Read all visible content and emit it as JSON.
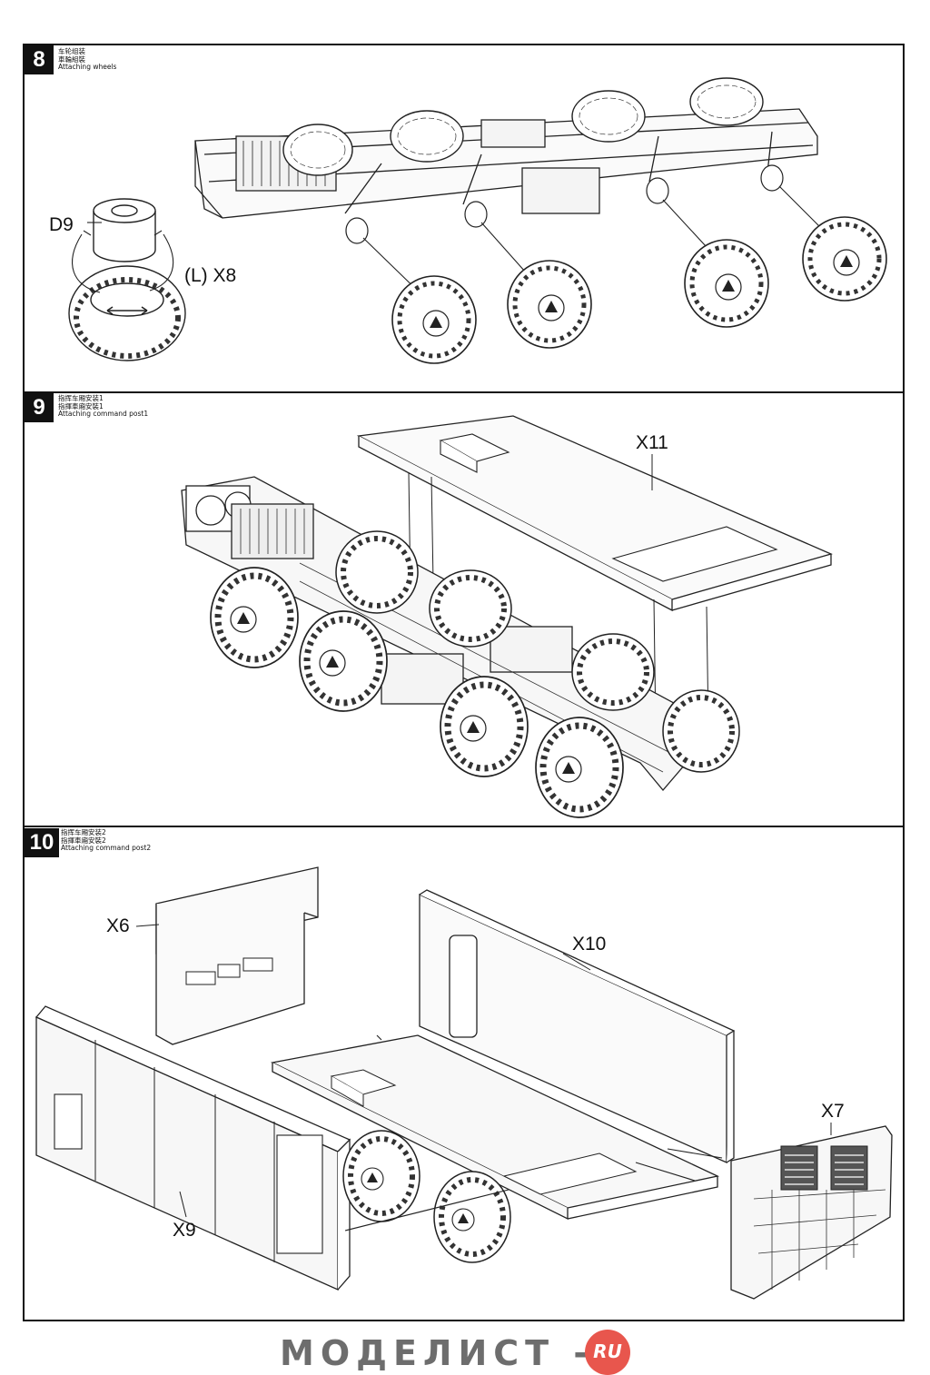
{
  "steps": [
    {
      "number": "8",
      "caption_zh_simplified": "车轮组装",
      "caption_zh_traditional": "車輪組裝",
      "caption_en": "Attaching wheels",
      "parts": {
        "d9": "D9",
        "x8": "(L) X8"
      }
    },
    {
      "number": "9",
      "caption_zh_simplified": "指挥车厢安装1",
      "caption_zh_traditional": "指揮車廂安裝1",
      "caption_en": "Attaching command post1",
      "parts": {
        "x11": "X11"
      }
    },
    {
      "number": "10",
      "caption_zh_simplified": "指挥车厢安装2",
      "caption_zh_traditional": "指揮車廂安裝2",
      "caption_en": "Attaching command post2",
      "parts": {
        "x6": "X6",
        "x10": "X10",
        "x7": "X7",
        "x9": "X9"
      }
    }
  ],
  "watermark": {
    "text": "МОДЕЛИСТ -",
    "badge": "RU",
    "badge_color": "#e8564d",
    "text_color": "#6d6d6d"
  }
}
